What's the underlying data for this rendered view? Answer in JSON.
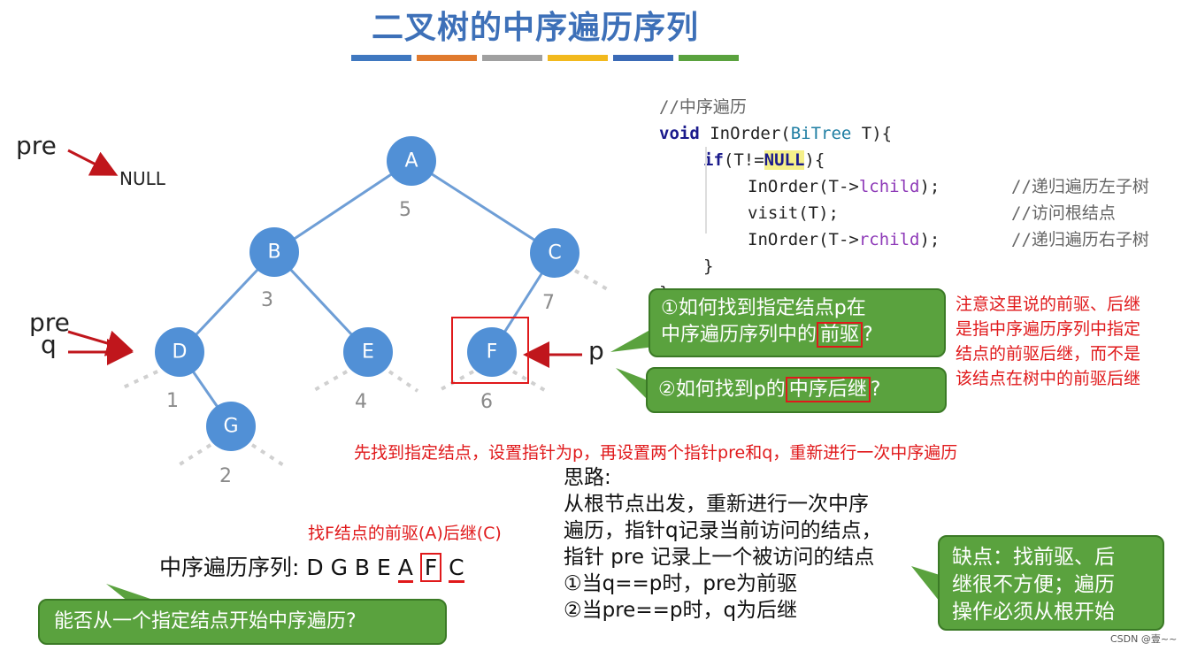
{
  "title": "二叉树的中序遍历序列",
  "bar_colors": [
    "#3f78c0",
    "#e07a2e",
    "#a0a0a0",
    "#f2b91d",
    "#3a6ab6",
    "#5aa23e"
  ],
  "code": {
    "comment": "//中序遍历",
    "l1_kw": "void",
    "l1_name": " InOrder(",
    "l1_type": "BiTree",
    "l1_rest": " T){",
    "l2_kw": "if",
    "l2_pre": "(T!=",
    "l2_null": "NULL",
    "l2_post": "){",
    "l3_pre": "InOrder(T->",
    "l3_field": "lchild",
    "l3_post": ");",
    "l3_cmt": "//递归遍历左子树",
    "l4": "visit(T);",
    "l4_cmt": "//访问根结点",
    "l5_pre": "InOrder(T->",
    "l5_field": "rchild",
    "l5_post": ");",
    "l5_cmt": "//递归遍历右子树",
    "l6": "}",
    "l7": "}"
  },
  "tree": {
    "nodes": [
      {
        "label": "A",
        "order": "5"
      },
      {
        "label": "B",
        "order": "3"
      },
      {
        "label": "C",
        "order": "7"
      },
      {
        "label": "D",
        "order": "1"
      },
      {
        "label": "E",
        "order": "4"
      },
      {
        "label": "F",
        "order": "6"
      },
      {
        "label": "G",
        "order": "2"
      }
    ]
  },
  "pointers": {
    "pre_top": "pre",
    "null_label": "NULL",
    "pre_left": "pre",
    "q_left": "q",
    "p_right": "p"
  },
  "bubble1": {
    "circle": "①",
    "line1": "如何找到指定结点p在",
    "line2a": "中序遍历序列中的",
    "line2b": "前驱",
    "line2c": "?"
  },
  "bubble2": {
    "circle": "②",
    "text_a": "如何找到p的",
    "text_b": "中序后继",
    "text_c": "?"
  },
  "note_right": [
    "注意这里说的前驱、后继",
    "是指中序遍历序列中指定",
    "结点的前驱后继，而不是",
    "该结点在树中的前驱后继"
  ],
  "red_instruction": "先找到指定结点，设置指针为p，再设置两个指针pre和q，重新进行一次中序遍历",
  "thinking": {
    "head": "思路:",
    "l1": "从根节点出发，重新进行一次中序",
    "l2": "遍历，指针q记录当前访问的结点，",
    "l3": "指针 pre 记录上一个被访问的结点",
    "l4": "①当q==p时，pre为前驱",
    "l5": "②当pre==p时，q为后继"
  },
  "find_note": "找F结点的前驱(A)后继(C)",
  "sequence": {
    "label": "中序遍历序列:",
    "pre": "D G B E",
    "a": "A",
    "f": "F",
    "c": "C"
  },
  "bubble_bottom": "能否从一个指定结点开始中序遍历?",
  "bubble_cons": [
    "缺点：找前驱、后",
    "继很不方便；遍历",
    "操作必须从根开始"
  ],
  "watermark": "CSDN @壹~~"
}
